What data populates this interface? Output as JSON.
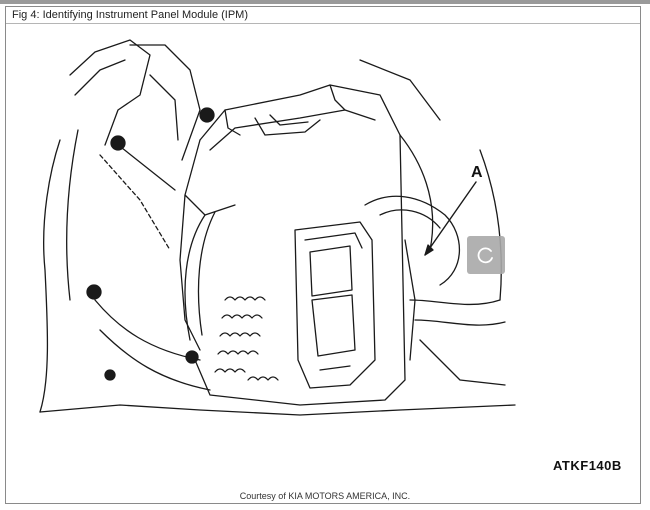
{
  "figure": {
    "caption": "Fig 4: Identifying Instrument Panel Module (IPM)",
    "callout_label": "A",
    "figure_code": "ATKF140B",
    "courtesy": "Courtesy of KIA MOTORS AMERICA, INC."
  },
  "overlay": {
    "icon": "rotate-icon"
  }
}
